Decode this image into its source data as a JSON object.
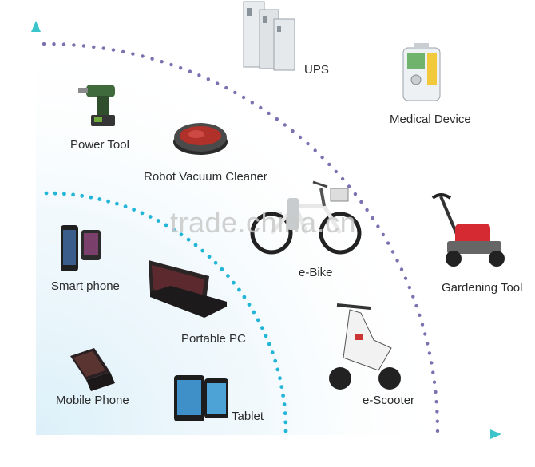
{
  "labels": {
    "ups": "UPS",
    "medical_device": "Medical Device",
    "power_tool": "Power Tool",
    "robot_vacuum": "Robot Vacuum Cleaner",
    "smart_phone": "Smart phone",
    "portable_pc": "Portable PC",
    "ebike": "e-Bike",
    "gardening_tool": "Gardening Tool",
    "mobile_phone": "Mobile Phone",
    "tablet": "Tablet",
    "escooter": "e-Scooter"
  },
  "watermark": "trade.china.cn",
  "colors": {
    "y_axis": "#3bc4c9",
    "x_axis": "#59c75a",
    "inner_dots": "#22b5d8",
    "outer_dots": "#7b70b0"
  },
  "icons": [
    "ups-icon",
    "medical-device-icon",
    "power-drill-icon",
    "robot-vacuum-icon",
    "smartphone-icon",
    "laptop-icon",
    "ebike-icon",
    "lawn-mower-icon",
    "flip-phone-icon",
    "tablet-icon",
    "scooter-icon"
  ]
}
